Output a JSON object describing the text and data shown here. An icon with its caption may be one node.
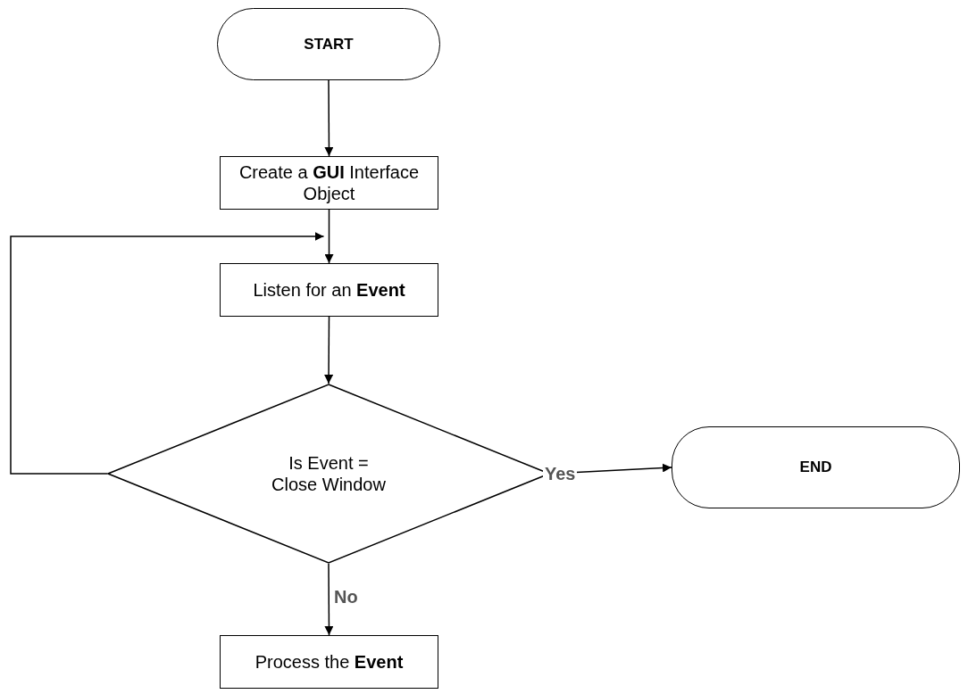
{
  "diagram": {
    "nodes": [
      {
        "text": [
          "START"
        ]
      },
      {
        "text": [
          "Create a **GUI** Interface Object"
        ]
      },
      {
        "text": [
          "Listen for an **Event**"
        ]
      },
      {
        "text": [
          "Is Event = Close Window"
        ]
      },
      {
        "text": [
          "END"
        ]
      },
      {
        "text": [
          "Process the **Event**"
        ]
      }
    ],
    "edges": [
      {
        "from": 0,
        "to": 1,
        "arrow": "to"
      },
      {
        "from": 1,
        "to": 2,
        "arrow": "to"
      },
      {
        "from": 3,
        "to": 2,
        "arrow": "to"
      },
      {
        "from": 2,
        "to": 3,
        "arrow": "to"
      },
      {
        "from": 3,
        "to": 4,
        "arrow": "to",
        "label": "Yes"
      },
      {
        "from": 3,
        "to": 5,
        "arrow": "to",
        "label": "No"
      }
    ]
  }
}
